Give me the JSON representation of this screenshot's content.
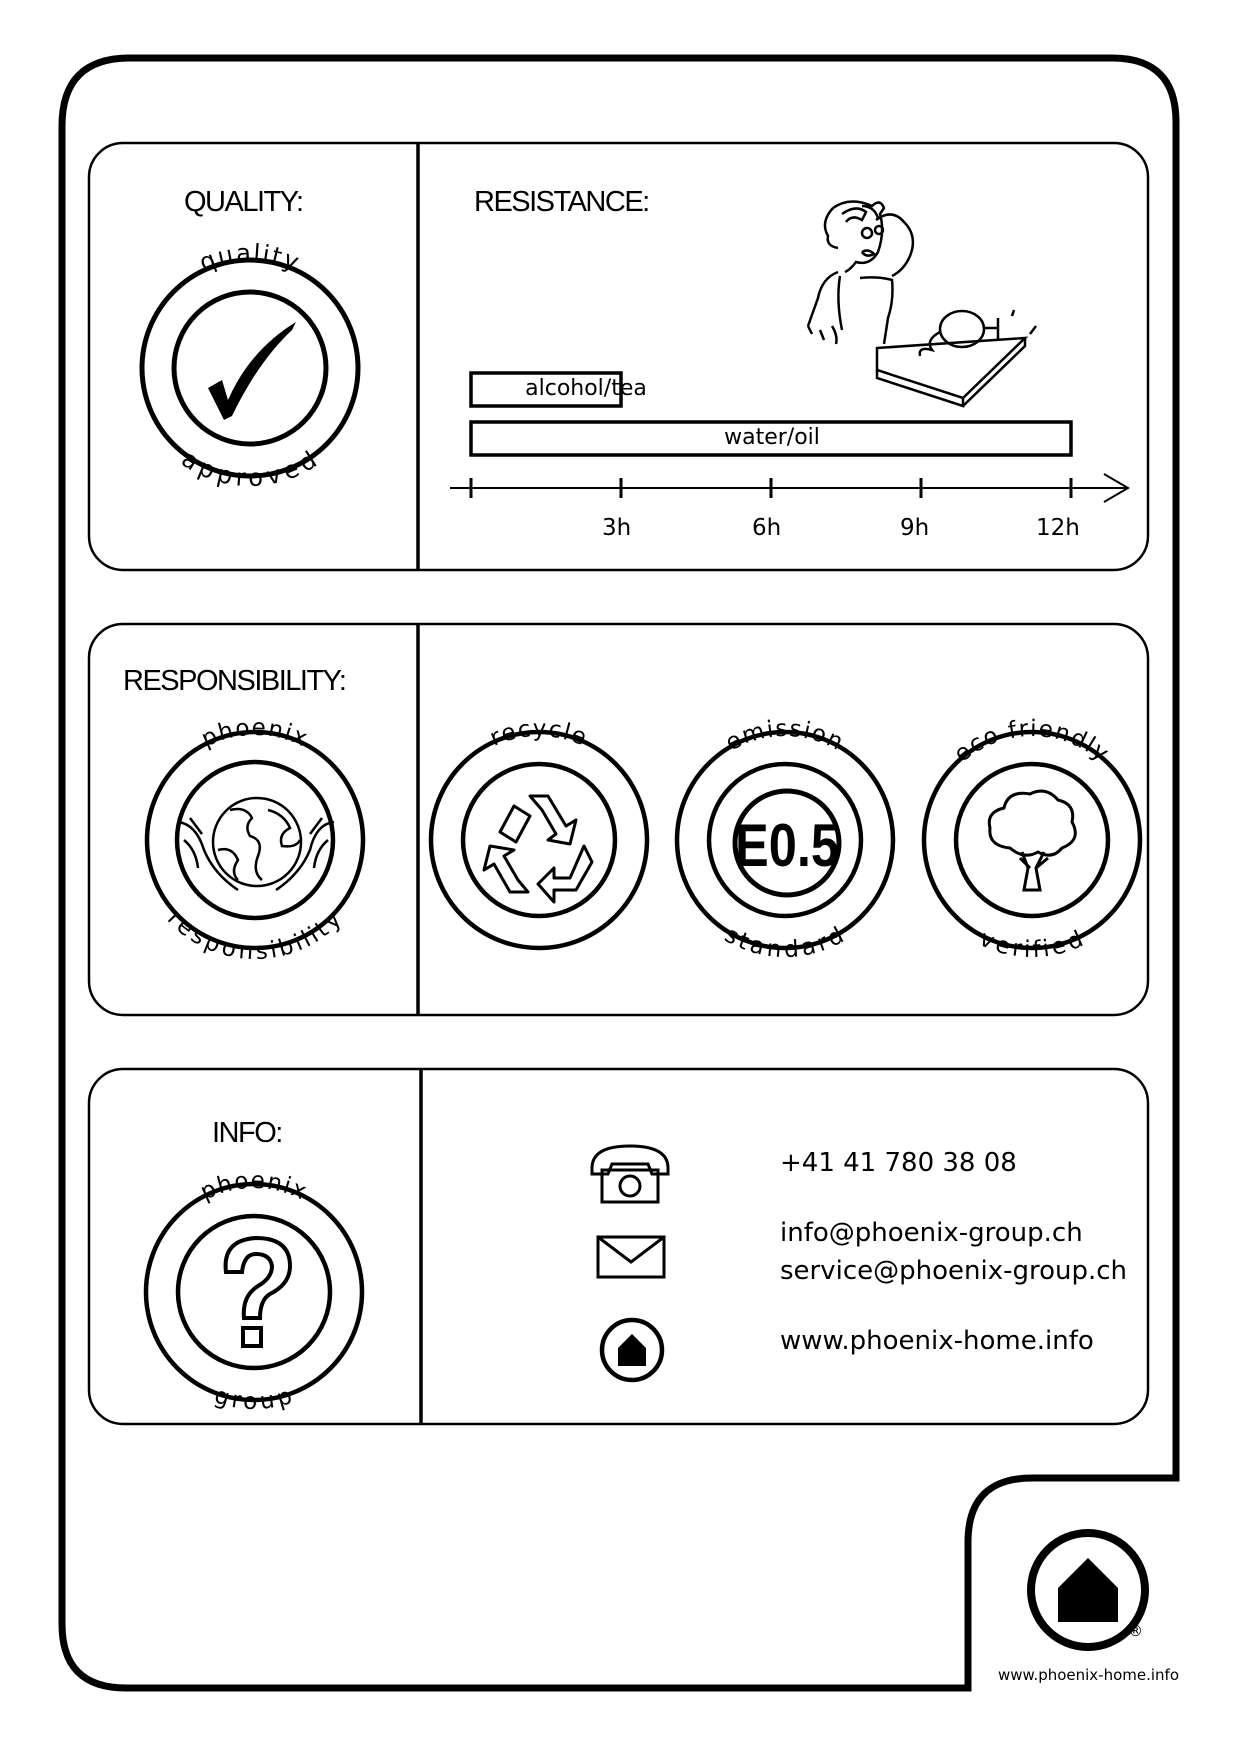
{
  "quality": {
    "title": "QUALITY:",
    "badge": {
      "top": "quality",
      "bottom": "approved",
      "icon": "checkmark-icon"
    }
  },
  "resistance": {
    "title": "RESISTANCE:",
    "bars": [
      {
        "label": "alcohol/tea",
        "hours": 3
      },
      {
        "label": "water/oil",
        "hours": 12
      }
    ],
    "axis": {
      "ticks": [
        "3h",
        "6h",
        "9h",
        "12h"
      ],
      "max_hours": 12
    },
    "illustration": "person-spilled-glass-illustration"
  },
  "responsibility": {
    "title": "RESPONSIBILITY:",
    "main_badge": {
      "top": "phoenix",
      "bottom": "responsibility",
      "icon": "globe-hands-icon"
    },
    "badges": [
      {
        "top": "recycle",
        "bottom": "",
        "icon": "recycle-icon"
      },
      {
        "top": "emission",
        "center": "E0.5",
        "bottom": "standard",
        "icon": ""
      },
      {
        "top": "eco friendly",
        "bottom": "verified",
        "icon": "tree-icon"
      }
    ]
  },
  "info": {
    "title": "INFO:",
    "badge": {
      "top": "phoenix",
      "bottom": "group",
      "icon": "question-mark-icon"
    },
    "phone": "+41 41 780 38 08",
    "email_1": "info@phoenix-group.ch",
    "email_2": "service@phoenix-group.ch",
    "website": "www.phoenix-home.info"
  },
  "footer": {
    "url": "www.phoenix-home.info",
    "registered": "®",
    "logo": "phoenix-house-logo-icon"
  }
}
